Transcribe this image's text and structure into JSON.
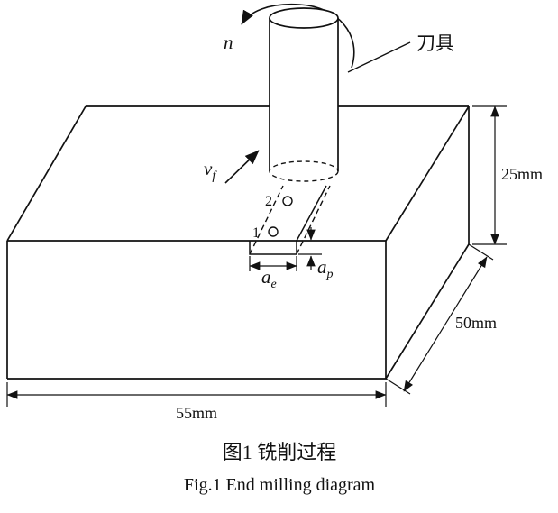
{
  "figure": {
    "labels": {
      "spindle_speed": "n",
      "tool": "刀具",
      "feed": {
        "main": "v",
        "sub": "f"
      },
      "point1": "1",
      "point2": "2",
      "ae": {
        "main": "a",
        "sub": "e"
      },
      "ap": {
        "main": "a",
        "sub": "p"
      }
    },
    "dimensions": {
      "height": "25mm",
      "depth": "50mm",
      "width": "55mm"
    },
    "caption": {
      "zh": "图1  铣削过程",
      "en": "Fig.1  End milling diagram"
    },
    "colors": {
      "ink": "#111111",
      "background": "#ffffff"
    }
  }
}
